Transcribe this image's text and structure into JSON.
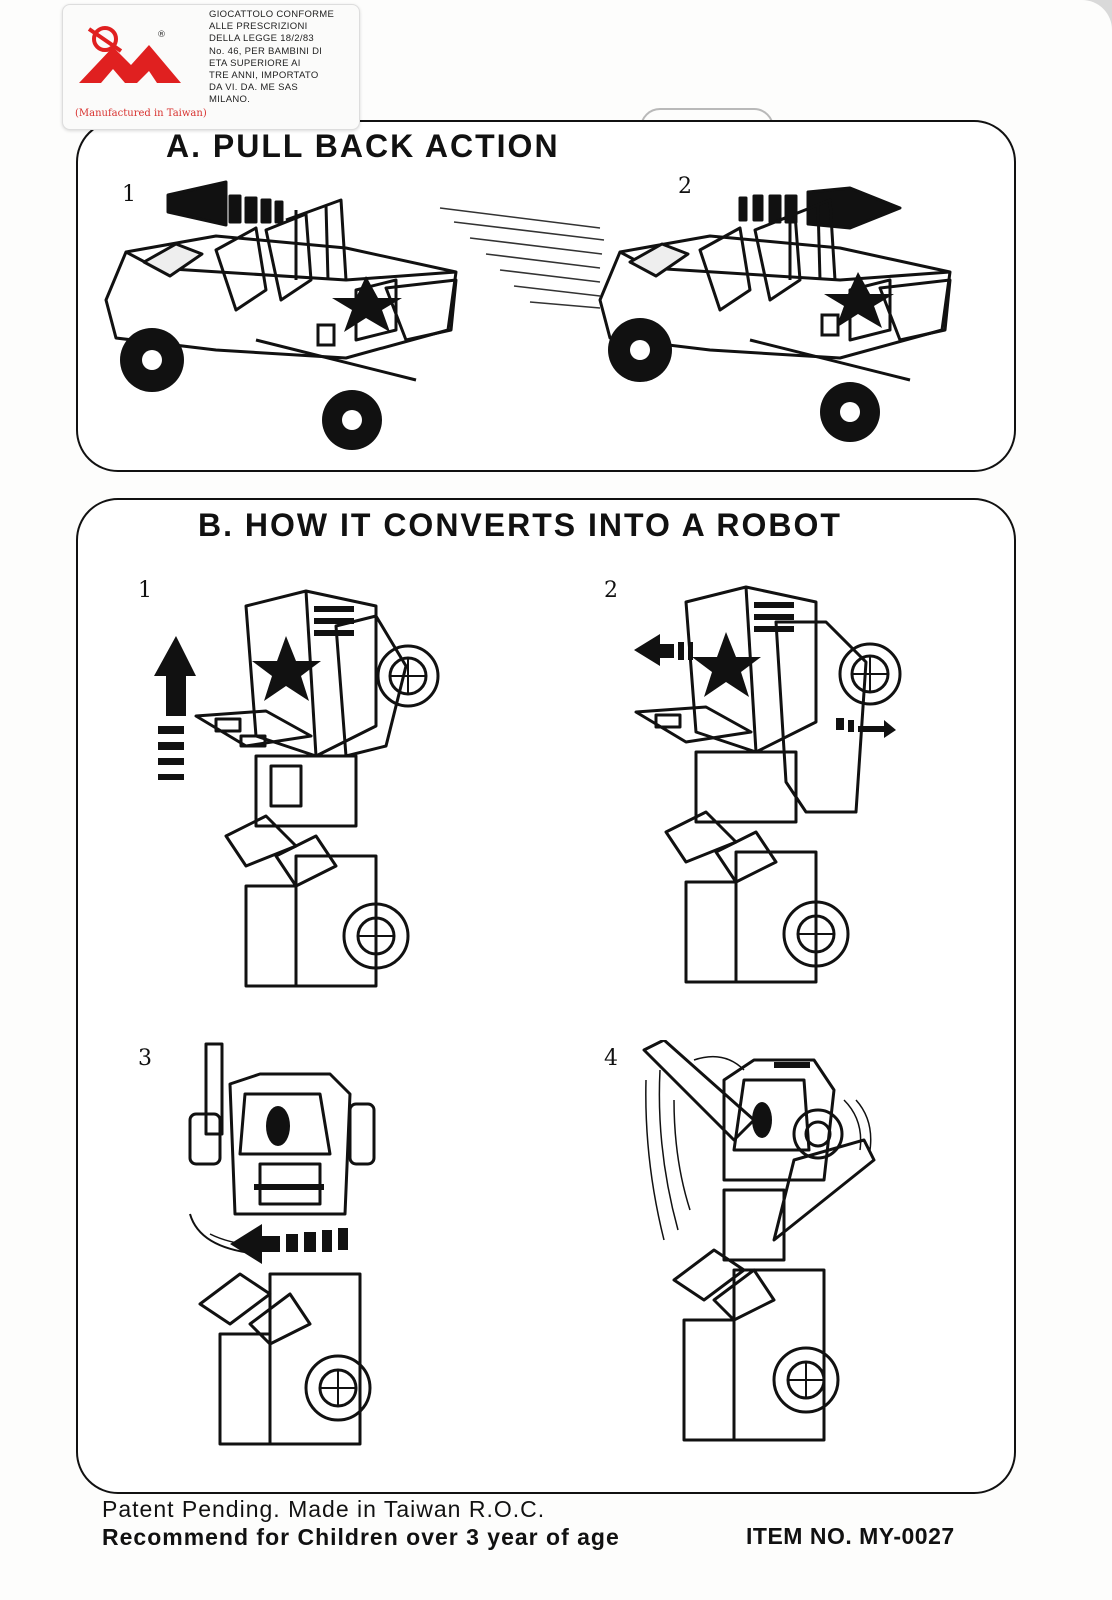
{
  "sticker": {
    "logo_icon": "xdm-red-logo-icon",
    "text": "GIOCATTOLO CONFORME\nALLE PRESCRIZIONI\nDELLA LEGGE 18/2/83\nNo. 46, PER BAMBINI DI\nETA SUPERIORE AI\nTRE ANNI, IMPORTATO\nDA VI. DA. ME SAS\nMILANO.",
    "origin": "(Manufactured in Taiwan)",
    "logo_color": "#e02020"
  },
  "section_a": {
    "title": "A. PULL BACK ACTION",
    "steps": [
      {
        "number": "1",
        "icon": "jeep-pull-back-icon"
      },
      {
        "number": "2",
        "icon": "jeep-release-forward-icon"
      }
    ]
  },
  "section_b": {
    "title": "B. HOW IT CONVERTS INTO A ROBOT",
    "steps": [
      {
        "number": "1",
        "icon": "robot-step-1-icon"
      },
      {
        "number": "2",
        "icon": "robot-step-2-icon"
      },
      {
        "number": "3",
        "icon": "robot-step-3-icon"
      },
      {
        "number": "4",
        "icon": "robot-step-4-icon"
      }
    ]
  },
  "footer": {
    "line1": "Patent Pending. Made in Taiwan R.O.C.",
    "line2": "Recommend for Children over 3 year of age",
    "item_no": "ITEM NO. MY-0027"
  }
}
